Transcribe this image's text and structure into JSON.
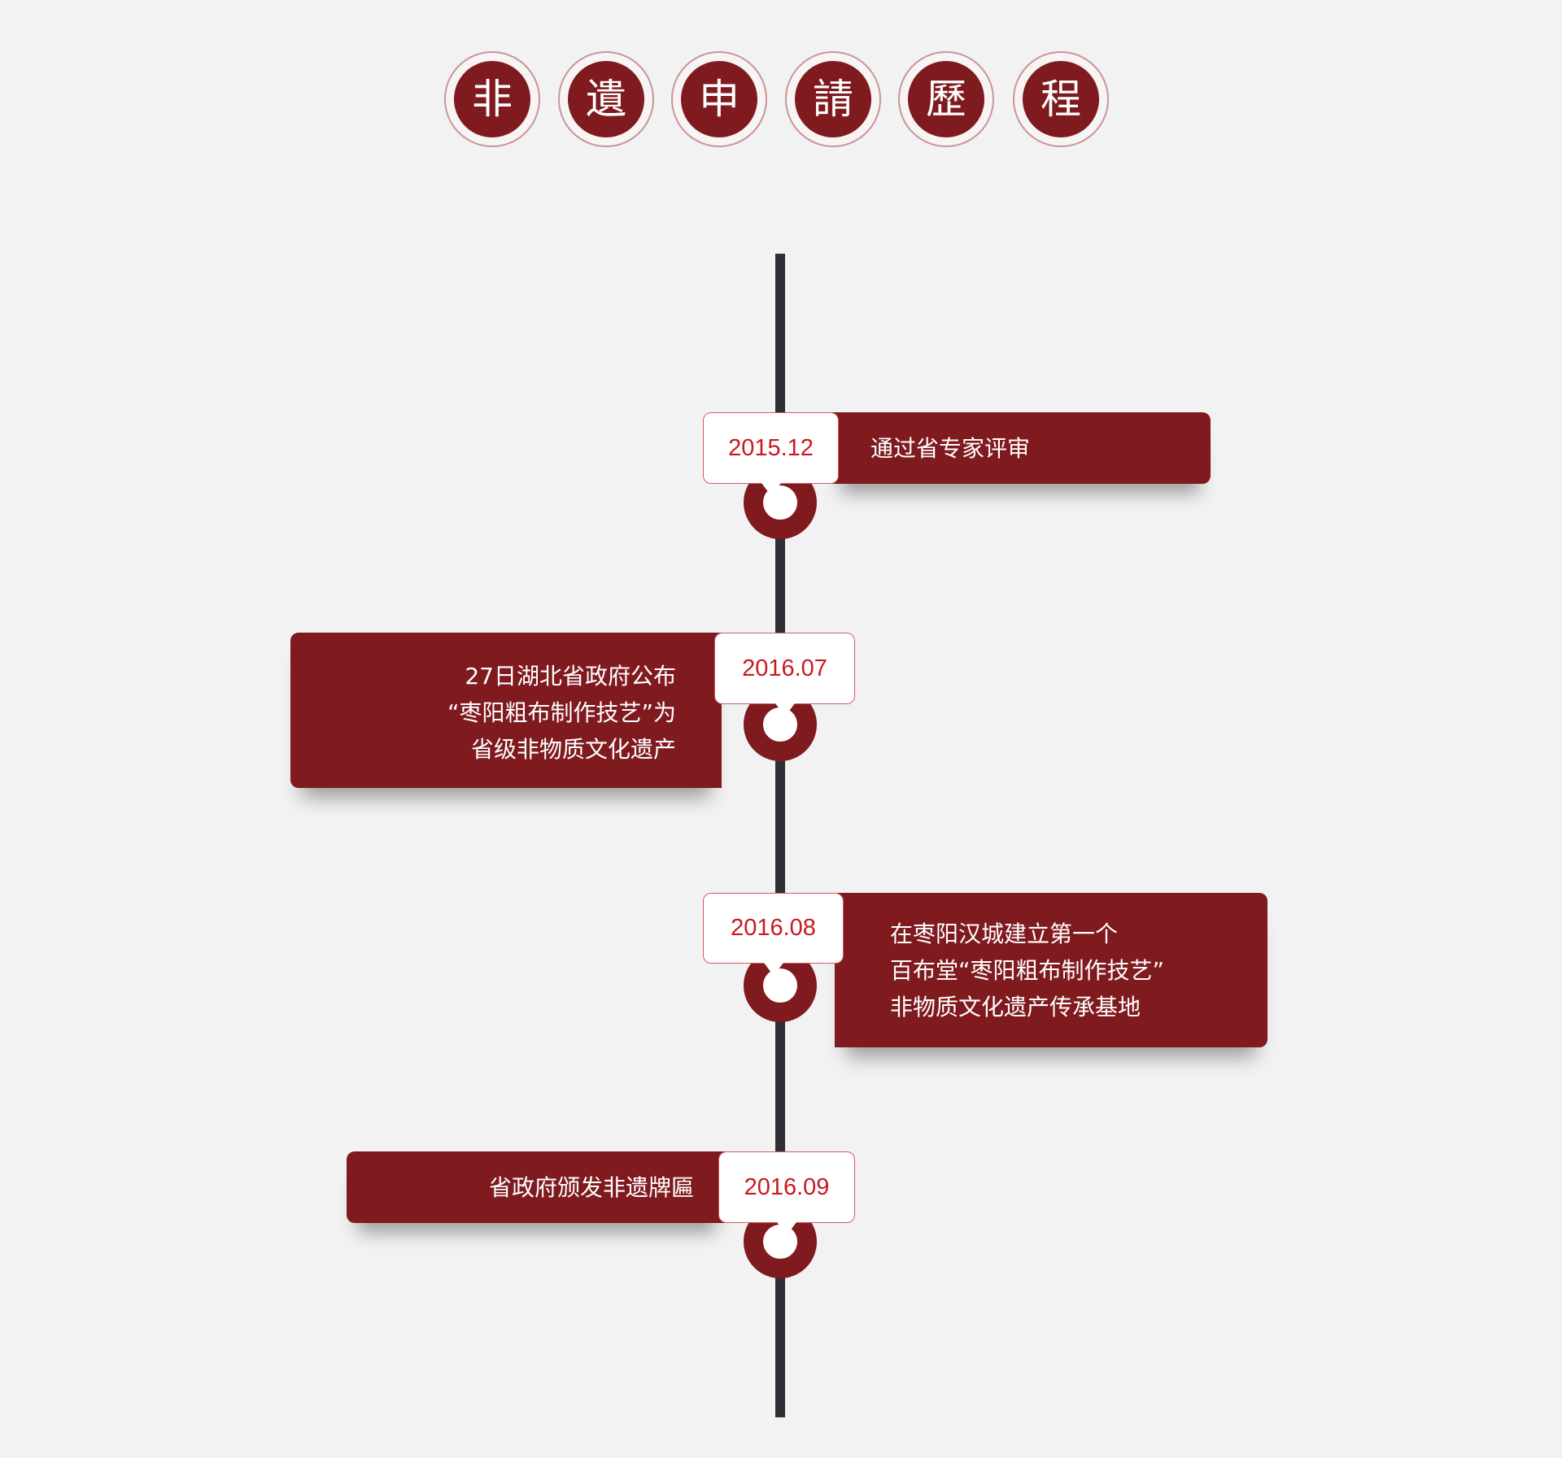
{
  "header": {
    "title_chars": [
      "非",
      "遺",
      "申",
      "請",
      "歷",
      "程"
    ]
  },
  "timeline": [
    {
      "date": "2015.12",
      "lines": [
        "通过省专家评审"
      ]
    },
    {
      "date": "2016.07",
      "lines": [
        "27日湖北省政府公布",
        "“枣阳粗布制作技艺”为",
        "省级非物质文化遗产"
      ]
    },
    {
      "date": "2016.08",
      "lines": [
        "在枣阳汉城建立第一个",
        "百布堂“枣阳粗布制作技艺”",
        "非物质文化遗产传承基地"
      ]
    },
    {
      "date": "2016.09",
      "lines": [
        "省政府颁发非遗牌匾"
      ]
    }
  ],
  "colors": {
    "accent": "#7f1a1f",
    "date_text": "#c8191f",
    "line": "#2f2f35"
  }
}
